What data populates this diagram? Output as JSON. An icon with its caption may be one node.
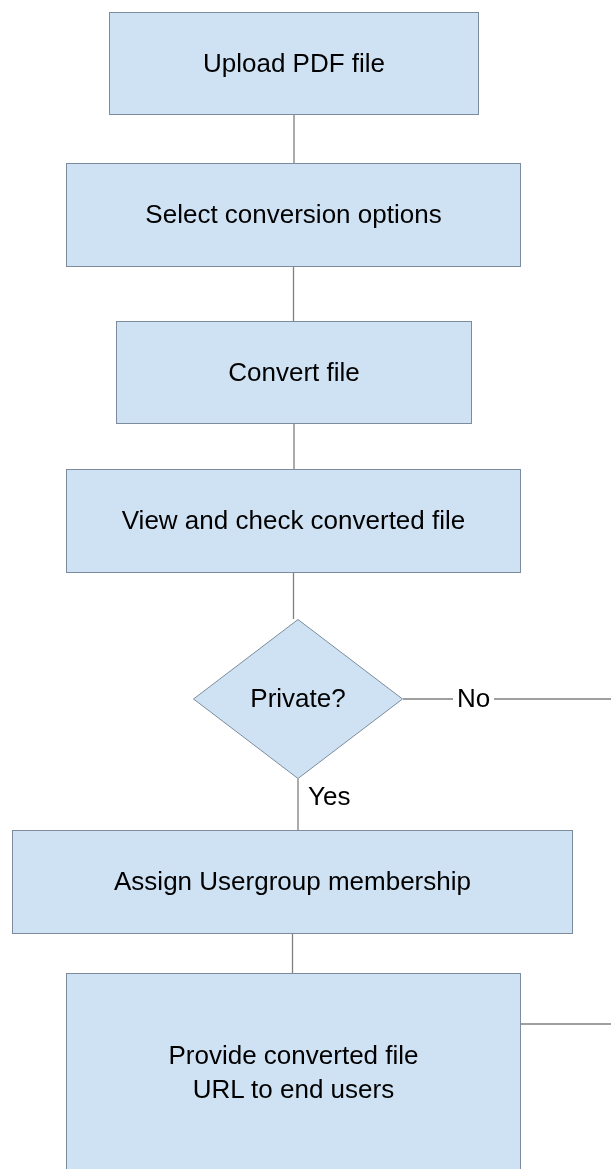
{
  "diagram": {
    "nodes": [
      {
        "text": [
          "Upload PDF file"
        ]
      },
      {
        "text": [
          "Select conversion options"
        ]
      },
      {
        "text": [
          "Convert file"
        ]
      },
      {
        "text": [
          "View and check converted file"
        ]
      },
      {
        "text": [
          "Private?"
        ]
      },
      {
        "text": [
          "Assign Usergroup membership"
        ]
      },
      {
        "text": [
          "Provide converted file URL to end users"
        ]
      }
    ],
    "edges": [
      {
        "from": 0,
        "to": 1,
        "arrow": "none"
      },
      {
        "from": 1,
        "to": 2,
        "arrow": "none"
      },
      {
        "from": 2,
        "to": 3,
        "arrow": "none"
      },
      {
        "from": 3,
        "to": 4,
        "arrow": "none"
      },
      {
        "from": 4,
        "to": null,
        "arrow": "none",
        "label": "No"
      },
      {
        "from": 4,
        "to": 5,
        "arrow": "none",
        "label": "Yes"
      },
      {
        "from": 5,
        "to": 6,
        "arrow": "none"
      },
      {
        "from": 6,
        "to": null,
        "arrow": "none"
      }
    ]
  }
}
